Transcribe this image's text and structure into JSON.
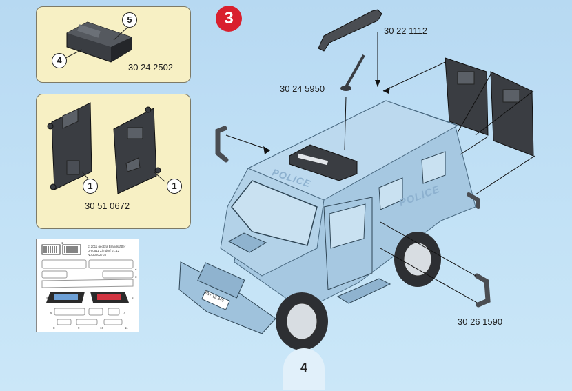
{
  "step": "3",
  "page_number": "4",
  "parts": {
    "handle_top": "30 22 1112",
    "antenna": "30 24 5950",
    "side_handle": "30 26 1590",
    "lightbar_part": "30 24 2502",
    "shields": "30 51 0672"
  },
  "callouts": {
    "five": "5",
    "four": "4",
    "one_a": "1",
    "one_b": "1"
  },
  "vehicle_text": {
    "police_hood": "POLICE",
    "police_side": "POLICE",
    "plate": "PW 12 345"
  },
  "sticker_sheet": {
    "line1": "© 2011 geobra Brandstätter",
    "line2": "D-90511 Zirndorf    01.12",
    "line3": "No.30802703",
    "numbers": [
      "1",
      "2",
      "3",
      "4",
      "5",
      "6",
      "7",
      "8",
      "9",
      "10",
      "11"
    ]
  },
  "colors": {
    "background": "#c3e2f6",
    "panel": "#f7f0c4",
    "badge": "#d9202e",
    "vehicle": "#aecfe6",
    "dark_part": "#3a3d42"
  }
}
